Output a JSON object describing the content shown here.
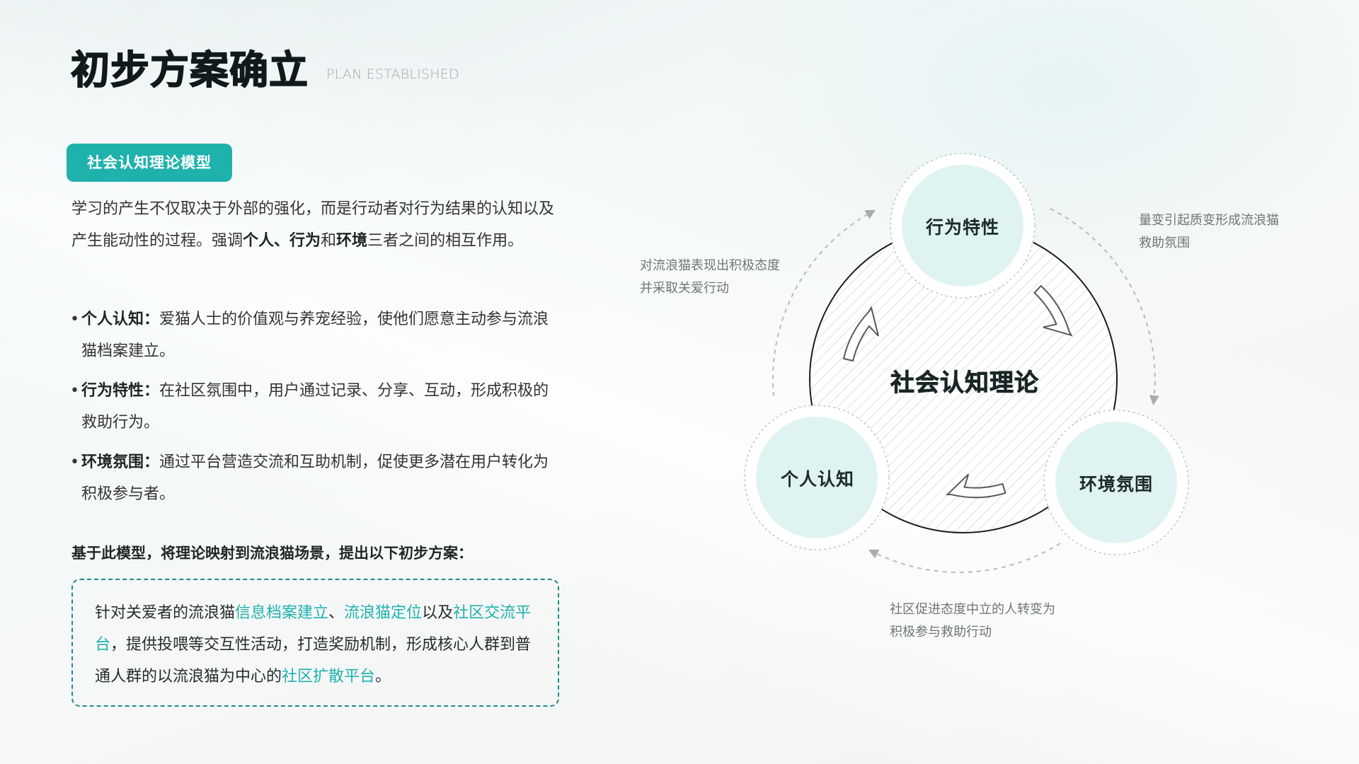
{
  "header": {
    "title": "初步方案确立",
    "subtitle": "PLAN ESTABLISHED"
  },
  "tag": {
    "label": "社会认知理论模型"
  },
  "intro": {
    "segments": [
      {
        "text": "学习的产生不仅取决于外部的强化，而是行动者对行为结果的认知以及产生能动性的过程。强调",
        "bold": false
      },
      {
        "text": "个人、行为",
        "bold": true
      },
      {
        "text": "和",
        "bold": false
      },
      {
        "text": "环境",
        "bold": true
      },
      {
        "text": "三者之间的相互作用。",
        "bold": false
      }
    ]
  },
  "bullets": [
    {
      "term": "个人认知：",
      "text": "爱猫人士的价值观与养宠经验，使他们愿意主动参与流浪猫档案建立。"
    },
    {
      "term": "行为特性：",
      "text": "在社区氛围中，用户通过记录、分享、互动，形成积极的救助行为。"
    },
    {
      "term": "环境氛围：",
      "text": "通过平台营造交流和互助机制，促使更多潜在用户转化为积极参与者。"
    }
  ],
  "bullet_marker": "•",
  "lead": "基于此模型，将理论映射到流浪猫场景，提出以下初步方案：",
  "plan": {
    "segments": [
      {
        "text": "针对关爱者的流浪猫",
        "highlight": false
      },
      {
        "text": "信息档案建立",
        "highlight": true
      },
      {
        "text": "、",
        "highlight": false
      },
      {
        "text": "流浪猫定位",
        "highlight": true
      },
      {
        "text": "以及",
        "highlight": false
      },
      {
        "text": "社区交流平台",
        "highlight": true
      },
      {
        "text": "，提供投喂等交互性活动，打造奖励机制，形成核心人群到普通人群的以流浪猫为中心的",
        "highlight": false
      },
      {
        "text": "社区扩散平台",
        "highlight": true
      },
      {
        "text": "。",
        "highlight": false
      }
    ]
  },
  "diagram": {
    "center": "社会认知理论",
    "nodes": {
      "top": "行为特性",
      "left": "个人认知",
      "right": "环境氛围"
    },
    "notes": {
      "left": "对流浪猫表现出积极态度并采取关爱行动",
      "right": "量变引起质变形成流浪猫救助氛围",
      "bottom": "社区促进态度中立的人转变为积极参与救助行动"
    }
  },
  "colors": {
    "accent": "#1fb2ad",
    "box_border": "#1f8c87",
    "node_fill": "#e0f3f3",
    "title": "#111a1a"
  }
}
